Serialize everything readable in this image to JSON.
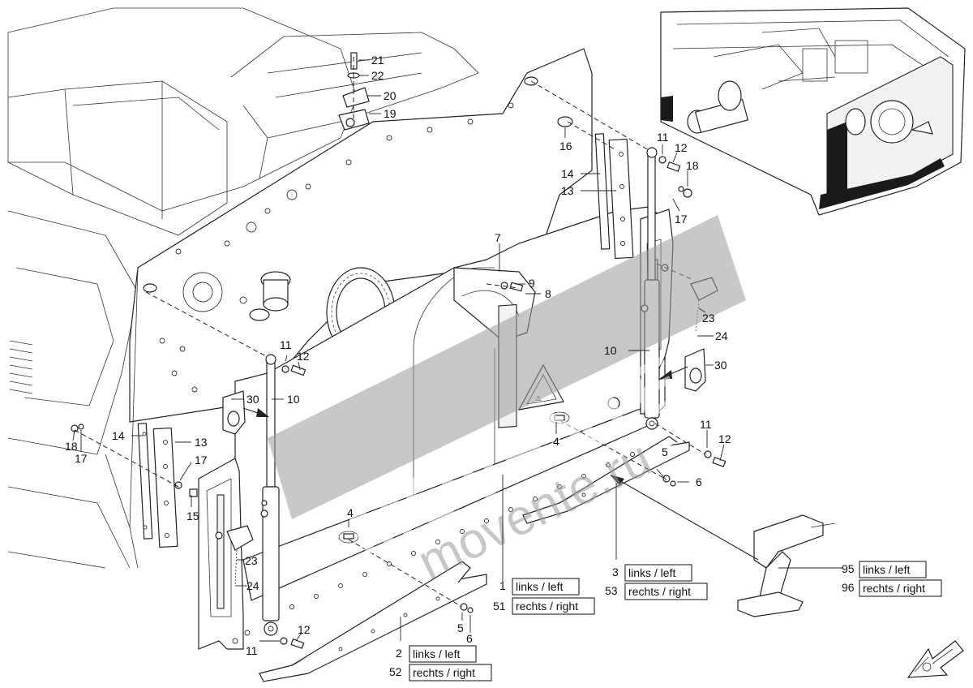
{
  "watermark": {
    "brand": "MOVENTE",
    "domain": "movente.ru"
  },
  "callouts": {
    "c1": "1",
    "c2": "2",
    "c3": "3",
    "c4a": "4",
    "c4b": "4",
    "c5a": "5",
    "c5b": "5",
    "c6a": "6",
    "c6b": "6",
    "c7": "7",
    "c8": "8",
    "c9": "9",
    "c10a": "10",
    "c10b": "10",
    "c11a": "11",
    "c11b": "11",
    "c11c": "11",
    "c11d": "11",
    "c12a": "12",
    "c12b": "12",
    "c12c": "12",
    "c12d": "12",
    "c13a": "13",
    "c13b": "13",
    "c14a": "14",
    "c14b": "14",
    "c15": "15",
    "c16": "16",
    "c17a": "17",
    "c17b": "17",
    "c18a": "18",
    "c18b": "18",
    "c19": "19",
    "c20": "20",
    "c21": "21",
    "c22": "22",
    "c23a": "23",
    "c23b": "23",
    "c24a": "24",
    "c24b": "24",
    "c30a": "30",
    "c30b": "30",
    "c51": "51",
    "c52": "52",
    "c53": "53",
    "c95": "95",
    "c96": "96"
  },
  "boxed_labels": {
    "p1_left": "links / left",
    "p51_right": "rechts / right",
    "p2_left": "links / left",
    "p52_right": "rechts / right",
    "p3_left": "links / left",
    "p53_right": "rechts / right",
    "p95_left": "links / left",
    "p96_right": "rechts / right"
  },
  "icons": [
    "orientation-arrow-icon",
    "warning-triangle-icon"
  ]
}
